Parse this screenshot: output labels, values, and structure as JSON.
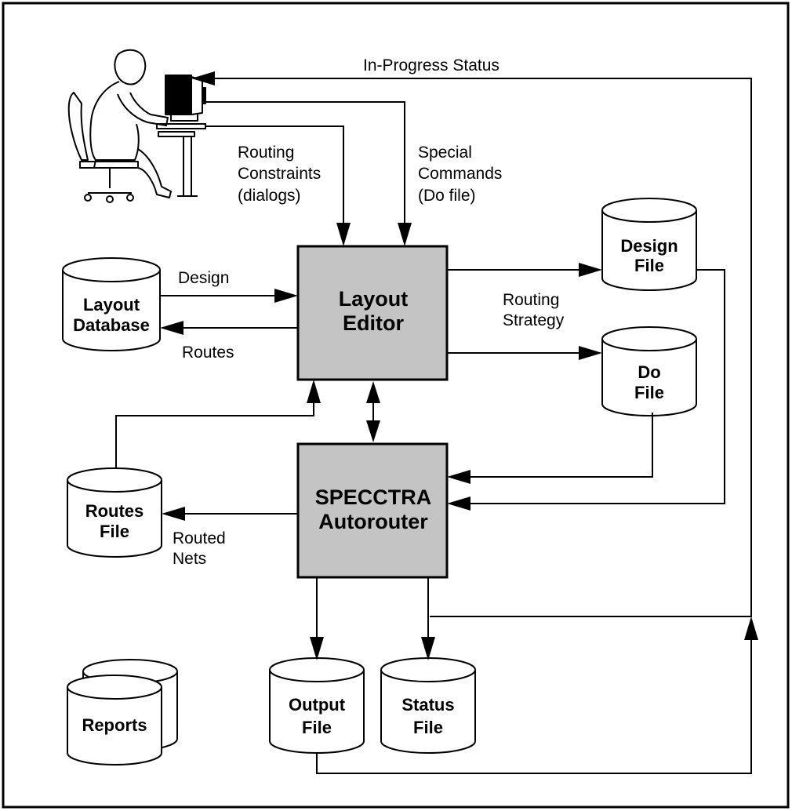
{
  "diagram": {
    "in_progress_status": "In-Progress Status",
    "routing_constraints": [
      "Routing",
      "Constraints",
      "(dialogs)"
    ],
    "special_commands": [
      "Special",
      "Commands",
      "(Do file)"
    ],
    "layout_editor": [
      "Layout",
      "Editor"
    ],
    "autorouter": [
      "SPECCTRA",
      "Autorouter"
    ],
    "layout_database": [
      "Layout",
      "Database"
    ],
    "design_edge": "Design",
    "routes_edge": "Routes",
    "routing_strategy": [
      "Routing",
      "Strategy"
    ],
    "design_file": [
      "Design",
      "File"
    ],
    "do_file": [
      "Do",
      "File"
    ],
    "routes_file": [
      "Routes",
      "File"
    ],
    "routed_nets": [
      "Routed",
      "Nets"
    ],
    "output_file": [
      "Output",
      "File"
    ],
    "status_file": [
      "Status",
      "File"
    ],
    "reports": "Reports"
  }
}
